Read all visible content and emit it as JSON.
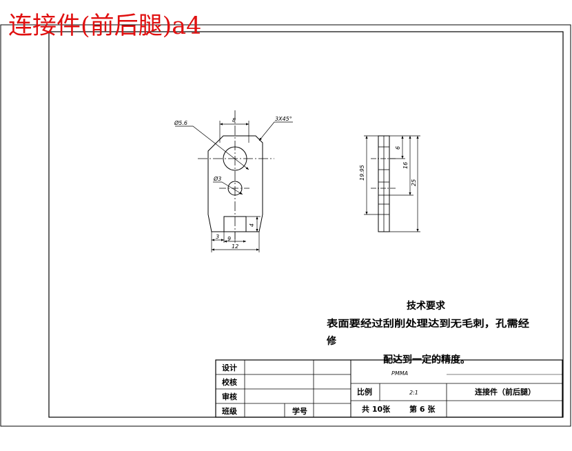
{
  "title": "连接件(前后腿)a4",
  "colors": {
    "title_red": "#e01010",
    "line": "#000000",
    "dim": "#000000",
    "paper": "#ffffff"
  },
  "front_view": {
    "dim_hole_large": "Ø5.6",
    "dim_top_width": "8",
    "dim_chamfer": "3X45°",
    "dim_hole_small": "Ø3",
    "dim_slot_depth": "4",
    "dim_left_offset": "3",
    "dim_slot_width": "9",
    "dim_total_width": "12"
  },
  "side_view": {
    "dim_left_height": "19.95",
    "dim_a": "6",
    "dim_b": "16",
    "dim_c": "25"
  },
  "tech_requirements": {
    "heading": "技术要求",
    "line1": "表面要经过刮削处理达到无毛刺，孔需经",
    "line2": "修",
    "line3": "配达到一定的精度。"
  },
  "title_block": {
    "designer_label": "设计",
    "checker_label": "校核",
    "reviewer_label": "审核",
    "class_label": "班级",
    "student_id_label": "学号",
    "material": "PMMA",
    "scale_label": "比例",
    "scale_value": "2:1",
    "part_name": "连接件（前后腿）",
    "total_sheets": "共 10张",
    "sheet_number": "第 6 张"
  }
}
